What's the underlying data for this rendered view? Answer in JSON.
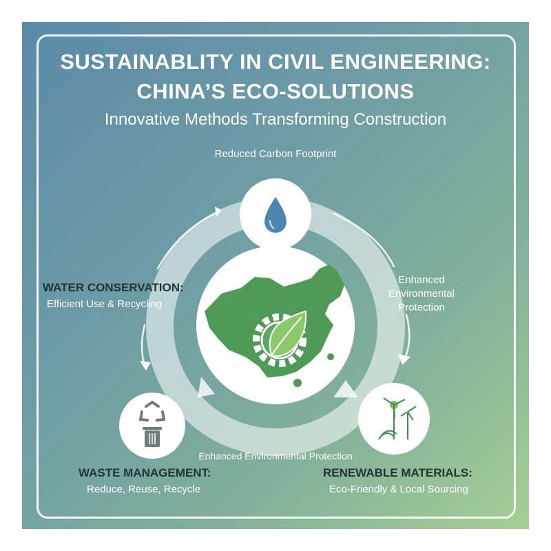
{
  "header": {
    "title_line1": "SUSTAINABLITY IN CIVIL ENGINEERING:",
    "title_line2": "CHINA’S ECO-SOLUTIONS",
    "subtitle": "Innovative Methods Transforming Construction"
  },
  "cycle": {
    "top_label": "Reduced Carbon Footprint",
    "right_label": [
      "Enhanced",
      "Environmental",
      "Protection"
    ],
    "bottom_label": "Enhanced Environmental Protection"
  },
  "nodes": {
    "water": {
      "title": "WATER CONSERVATION:",
      "subtitle": "Efficient Use & Recycling",
      "icon": "water-drop-icon"
    },
    "waste": {
      "title": "WASTE MANAGEMENT:",
      "subtitle": "Reduce, Reuse, Recycle",
      "icon": "recycle-bin-icon"
    },
    "renewable": {
      "title": "RENEWABLE MATERIALS:",
      "subtitle": "Eco-Friendly & Local Sourcing",
      "icon": "wind-turbine-icon"
    }
  },
  "center": {
    "icon": "china-map-gear-leaf-icon"
  },
  "colors": {
    "map_green": "#4e9a56",
    "leaf_green": "#6fb35a",
    "drop_blue": "#4f86b0",
    "icon_gray": "#6f7c7c",
    "label_dark": "#1e3437"
  }
}
